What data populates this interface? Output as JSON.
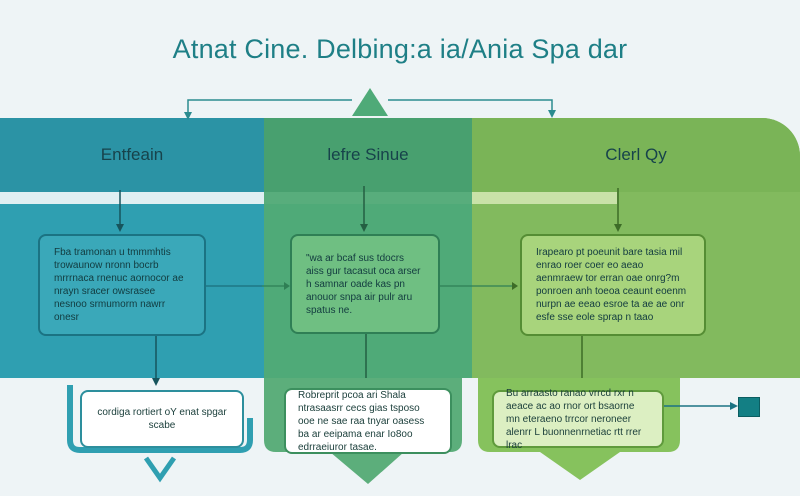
{
  "title": "Atnat Cine. Delbing:a ia/Ania Spa dar",
  "columns": [
    {
      "header": "Entfeain",
      "body": "Fba tramonan u tmmmhtis trowaunow nronn bocrb mrrrnaca rnenuc aornocor ae nrayn  sracer owsrasee nesnoo  srmumorm nawrr onesr",
      "callout": "cordiga rortiert  oY enat spgar scabe"
    },
    {
      "header": "lefre Sinue",
      "body": "\"wa ar bcaf sus tdocrs aiss gur tacasut oca arser h samnar oade kas pn anouor snpa air pulr aru spatus ne.",
      "callout": "Robreprit pcoa ari Shala ntrasaasrr cecs gias tsposo ooe ne sae raa tnyar oasess ba ar eeipama enar Io8oo edrraeiuror tasae."
    },
    {
      "header": "Clerl Qy",
      "body": "Irapearo pt poeunit bare tasia mil  enrao  roer coer eo aeao aenmraew tor erran oae onrg?m ponroen  anh toeoa ceaunt eoenm nurpn  ae eeao esroe ta ae ae onr esfe  sse eole sprap n taao",
      "callout": "Bu arraasto ranao  vrrcd rxr n aeace ac ao rnor ort bsaorne mn eteraeno trrcor neroneer alenrr L buonnenrnetiac rtt rrer lrac"
    }
  ],
  "colors": {
    "accent": "#1e7f86",
    "teal": "#2f9fb1",
    "mid_green": "#4faa78",
    "light_green": "#82ba5e"
  }
}
